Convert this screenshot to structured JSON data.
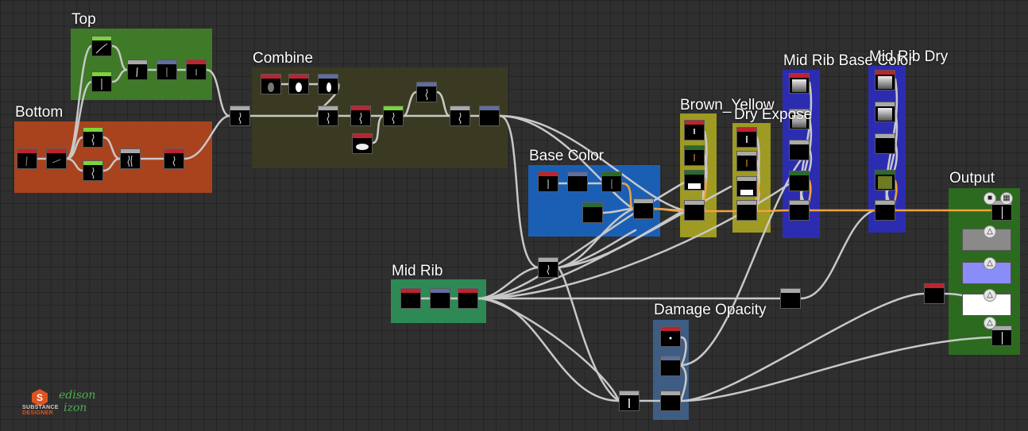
{
  "app": "Substance Designer",
  "frames": [
    {
      "id": "top",
      "title": "Top",
      "color": "#3f7a28"
    },
    {
      "id": "bottom",
      "title": "Bottom",
      "color": "#a8431e"
    },
    {
      "id": "combine",
      "title": "Combine",
      "color": "#3a3a22"
    },
    {
      "id": "base_color",
      "title": "Base Color",
      "color": "#1b5fb5"
    },
    {
      "id": "brown_yellow",
      "title": "Brown_Yellow",
      "color": "#9e9a22"
    },
    {
      "id": "dry_expose",
      "title": "Dry Expose",
      "color": "#9e9a22"
    },
    {
      "id": "mid_rib_base",
      "title": "Mid Rib Base Color",
      "color": "#2c2cb0"
    },
    {
      "id": "mid_rib_dry",
      "title": "Mid Rib Dry",
      "color": "#2c2cb0"
    },
    {
      "id": "mid_rib",
      "title": "Mid Rib",
      "color": "#2d8a55"
    },
    {
      "id": "damage_opacity",
      "title": "Damage Opacity",
      "color": "#3e5d85"
    },
    {
      "id": "output",
      "title": "Output",
      "color": "#2c6a1f"
    }
  ],
  "node_header_colors": {
    "red": "#c0222e",
    "green": "#7ad43a",
    "blue": "#5f6ea0",
    "gray": "#a9a9a9",
    "darkgreen": "#2a6a2a",
    "white": "#e8e8e8",
    "olive": "#6f7a22"
  },
  "wire_colors": {
    "default": "#c8c8c8",
    "color": "#f2a23c"
  },
  "output_channels": [
    {
      "name": "basecolor-output",
      "badge_icon": "cube-icon",
      "fill": "#8a8a8a"
    },
    {
      "name": "normal-output",
      "badge_icon": "cube-icon",
      "fill": "#8a8cf8"
    },
    {
      "name": "roughness-output",
      "badge_icon": "cube-icon",
      "fill": "#ffffff"
    },
    {
      "name": "opacity-output",
      "badge_icon": "cube-icon",
      "fill": "#000000"
    }
  ],
  "logo": {
    "brand_line1": "SUBSTANCE",
    "brand_line2": "DESIGNER",
    "brand_letter": "S",
    "signature_line1": "edison",
    "signature_line2": "izon"
  }
}
